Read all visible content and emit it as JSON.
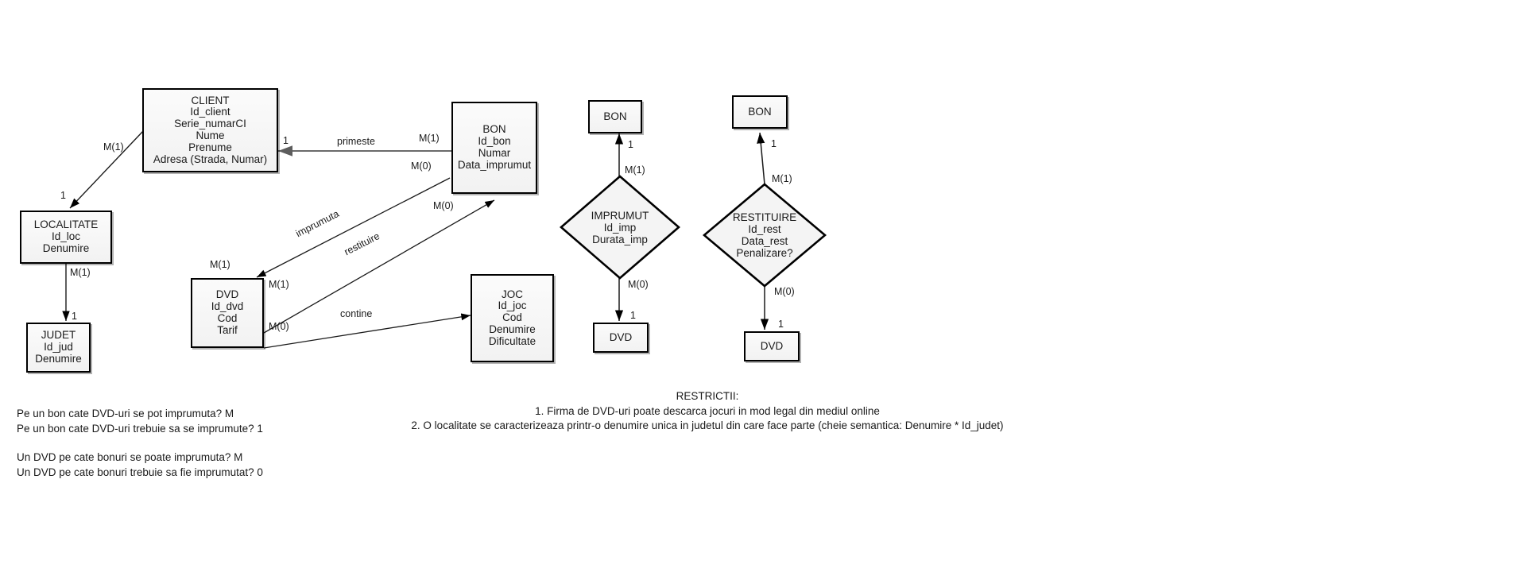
{
  "diagram": {
    "type": "er-diagram",
    "entities": [
      {
        "id": "client",
        "name": "CLIENT",
        "attributes": [
          "Id_client",
          "Serie_numarCI",
          "Nume",
          "Prenume",
          "Adresa (Strada, Numar)"
        ]
      },
      {
        "id": "localitate",
        "name": "LOCALITATE",
        "attributes": [
          "Id_loc",
          "Denumire"
        ]
      },
      {
        "id": "judet",
        "name": "JUDET",
        "attributes": [
          "Id_jud",
          "Denumire"
        ]
      },
      {
        "id": "dvd",
        "name": "DVD",
        "attributes": [
          "Id_dvd",
          "Cod",
          "Tarif"
        ]
      },
      {
        "id": "bon",
        "name": "BON",
        "attributes": [
          "Id_bon",
          "Numar",
          "Data_imprumut"
        ]
      },
      {
        "id": "joc",
        "name": "JOC",
        "attributes": [
          "Id_joc",
          "Cod",
          "Denumire",
          "Dificultate"
        ]
      },
      {
        "id": "bon_ref_imprumut",
        "name": "BON",
        "attributes": []
      },
      {
        "id": "dvd_ref_imprumut",
        "name": "DVD",
        "attributes": []
      },
      {
        "id": "bon_ref_restituire",
        "name": "BON",
        "attributes": []
      },
      {
        "id": "dvd_ref_restituire",
        "name": "DVD",
        "attributes": []
      }
    ],
    "relationship_diamonds": [
      {
        "id": "imprumut",
        "name": "IMPRUMUT",
        "attributes": [
          "Id_imp",
          "Durata_imp"
        ]
      },
      {
        "id": "restituire",
        "name": "RESTITUIRE",
        "attributes": [
          "Id_rest",
          "Data_rest",
          "Penalizare?"
        ]
      }
    ],
    "relationship_labels": {
      "primeste": "primeste",
      "imprumuta": "imprumuta",
      "restituire": "restituire",
      "contine": "contine"
    },
    "cardinalities": {
      "client_to_localitate_source": "M(1)",
      "client_to_localitate_target": "1",
      "localitate_to_judet_source": "M(1)",
      "localitate_to_judet_target": "1",
      "primeste_client_side": "1",
      "primeste_bon_side": "M(1)",
      "imprumuta_dvd_side": "M(1)",
      "imprumuta_bon_side": "M(0)",
      "restituire_dvd_side": "M(1)",
      "restituire_bon_side": "M(0)",
      "contine_dvd_side": "M(0)",
      "imprumut_bon_side": "M(1)",
      "imprumut_bon_target": "1",
      "imprumut_dvd_side": "M(0)",
      "imprumut_dvd_target": "1",
      "restituire_bon_top": "M(1)",
      "restituire_bon_target": "1",
      "restituire_dvd_bottom": "M(0)",
      "restituire_dvd_target": "1"
    }
  },
  "questions": {
    "lines": [
      "Pe un bon cate DVD-uri se pot imprumuta? M",
      "Pe un bon cate DVD-uri trebuie sa se imprumute? 1",
      "Un DVD pe cate bonuri se poate imprumuta? M",
      "Un DVD pe cate bonuri trebuie sa fie imprumutat? 0"
    ]
  },
  "restrictions": {
    "title": "RESTRICTII:",
    "items": [
      "1. Firma de DVD-uri poate descarca jocuri in mod legal din mediul online",
      "2. O localitate se caracterizeaza printr-o denumire unica in judetul din care face parte (cheie semantica: Denumire * Id_judet)"
    ]
  },
  "colors": {
    "stroke": "#000000",
    "fill": "#f4f4f4",
    "text": "#1a1a1a",
    "primeste_line": "#6b6b6b"
  }
}
